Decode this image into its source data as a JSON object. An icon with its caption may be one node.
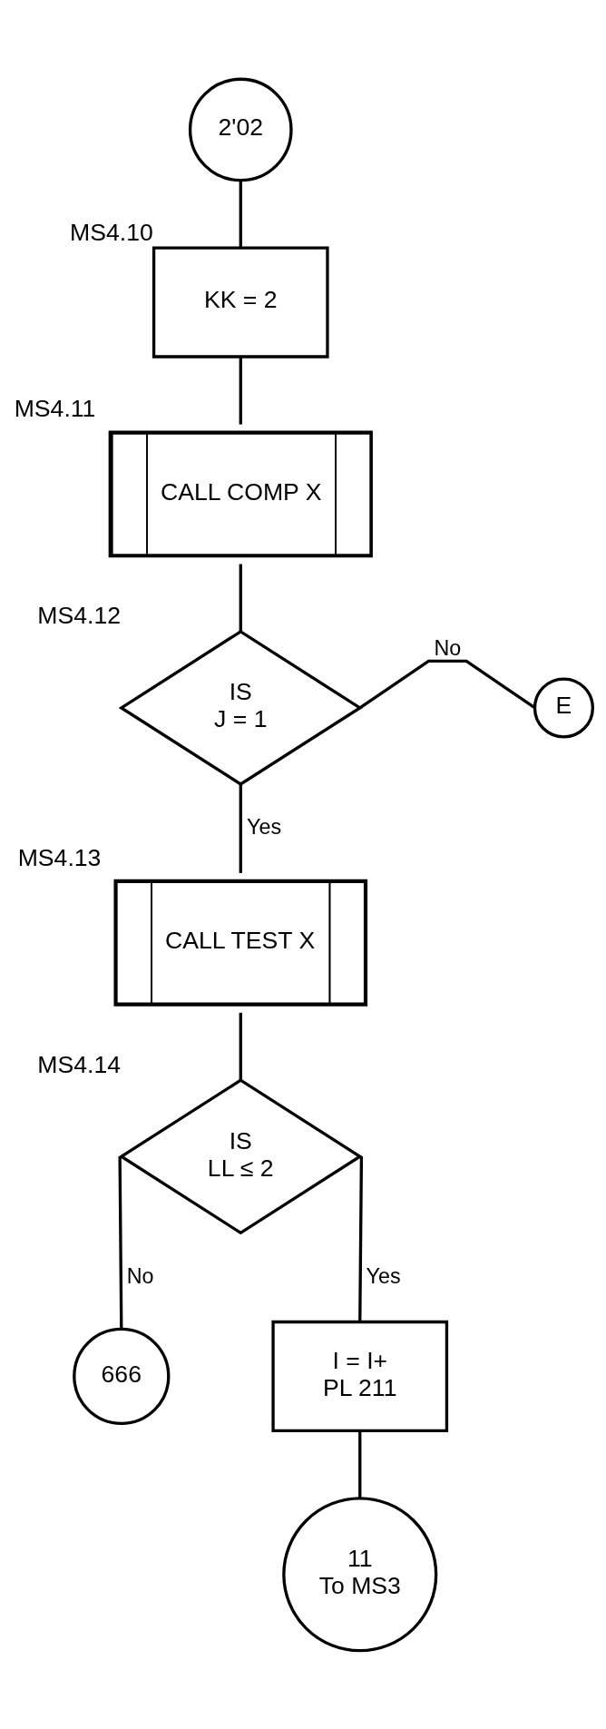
{
  "diagram": {
    "nodes": [
      {
        "text": [
          "2'02"
        ]
      },
      {
        "text": [
          "KK = 2"
        ],
        "beside": [
          "MS4.10"
        ]
      },
      {
        "text": [
          "CALL COMP X"
        ],
        "beside": [
          "MS4.11"
        ]
      },
      {
        "text": [
          "IS",
          "J = 1"
        ],
        "beside": [
          "MS4.12"
        ]
      },
      {
        "text": [
          "E"
        ]
      },
      {
        "text": [
          "CALL TEST X"
        ],
        "beside": [
          "MS4.13"
        ]
      },
      {
        "text": [
          "IS",
          "LL ≤ 2"
        ],
        "beside": [
          "MS4.14"
        ]
      },
      {
        "text": [
          "666"
        ]
      },
      {
        "text": [
          "I = I+",
          "PL 211"
        ]
      },
      {
        "text": [
          "11",
          "To MS3"
        ]
      }
    ],
    "edges": [
      {
        "from": 0,
        "to": 1,
        "arrow": "none"
      },
      {
        "from": 1,
        "to": 2,
        "arrow": "none"
      },
      {
        "from": 2,
        "to": 3,
        "arrow": "none"
      },
      {
        "from": 3,
        "to": 4,
        "arrow": "none",
        "label": "No"
      },
      {
        "from": 3,
        "to": 5,
        "arrow": "none",
        "label": "Yes"
      },
      {
        "from": 5,
        "to": 6,
        "arrow": "none"
      },
      {
        "from": 6,
        "to": 7,
        "arrow": "none",
        "label": "No"
      },
      {
        "from": 6,
        "to": 8,
        "arrow": "none",
        "label": "Yes"
      },
      {
        "from": 8,
        "to": 9,
        "arrow": "none"
      }
    ]
  }
}
